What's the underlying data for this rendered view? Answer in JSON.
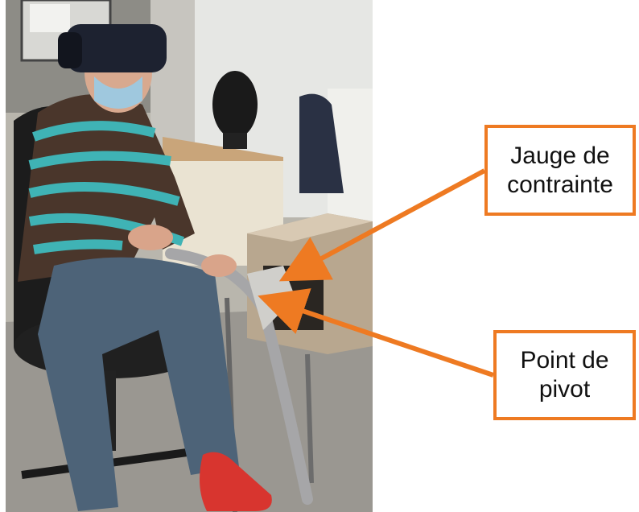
{
  "photo": {
    "description_icon": "vr-bicycle-handlebar-photo"
  },
  "callouts": {
    "strain_gauge": {
      "label": "Jauge de\ncontrainte"
    },
    "pivot_point": {
      "label": "Point de\npivot"
    }
  },
  "colors": {
    "accent": "#ee7a22"
  }
}
